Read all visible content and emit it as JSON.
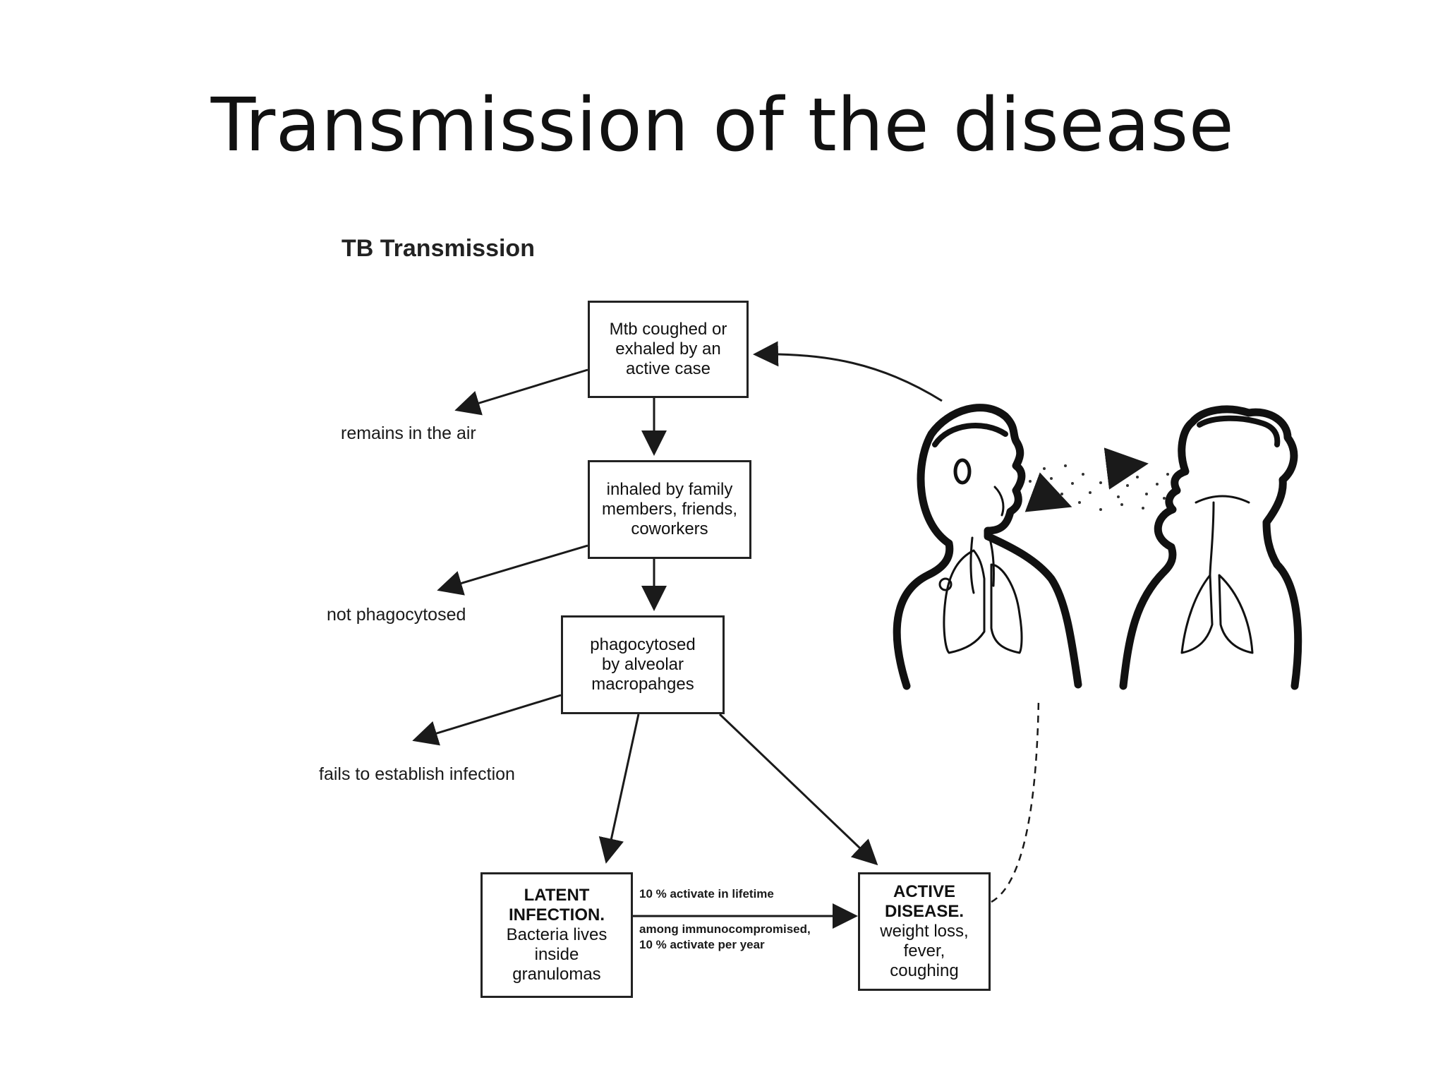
{
  "slide": {
    "title": "Transmission of the disease"
  },
  "diagram": {
    "title": "TB Transmission",
    "nodes": {
      "exhaled": "Mtb coughed or\nexhaled by an\nactive case",
      "inhaled": "inhaled by family\nmembers, friends,\ncoworkers",
      "phagocytosed": "phagocytosed\nby alveolar\nmacropahges",
      "latent_head": "LATENT\nINFECTION.",
      "latent_body": "Bacteria lives\ninside\ngranulomas",
      "active_head": "ACTIVE\nDISEASE.",
      "active_body": "weight loss,\nfever,\ncoughing"
    },
    "side_outcomes": {
      "air": "remains in the air",
      "not_phago": "not phagocytosed",
      "fails": "fails to establish infection"
    },
    "edge_labels": {
      "lifetime": "10 % activate in lifetime",
      "immuno": "among immunocompromised,\n10 % activate per year"
    },
    "colors": {
      "line": "#1a1a1a",
      "figure": "#111111"
    }
  }
}
